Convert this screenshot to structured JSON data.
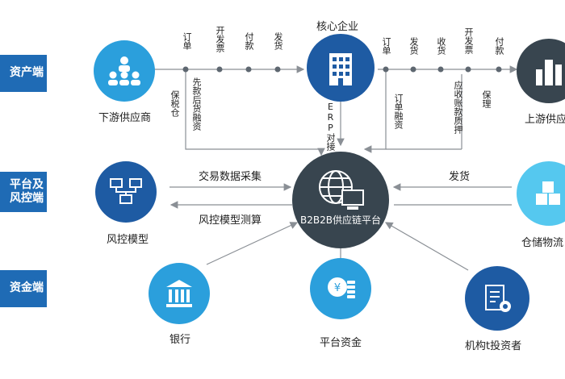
{
  "bands": {
    "asset": "资产端",
    "platform": "平台及\n风控端",
    "funding": "资金端"
  },
  "nodes": {
    "core": "核心企业",
    "downstream": "下游供应商",
    "upstream": "上游供应",
    "risk_model": "风控模型",
    "platform": "B2B2B供应链平台",
    "warehouse": "仓储物流",
    "bank": "银行",
    "platform_fund": "平台资金",
    "investor": "机构t投资者"
  },
  "flows": {
    "left_top": [
      "订单",
      "开发票",
      "付款",
      "发货"
    ],
    "right_top": [
      "订单",
      "发货",
      "收货",
      "开发票",
      "付款"
    ],
    "left_vertical": [
      "保税仓",
      "先款后货融资"
    ],
    "center_vertical": "ERP对接",
    "right_vertical": [
      "订单融资",
      "应收账款质押",
      "保理"
    ],
    "data_collect": "交易数据采集",
    "risk_measure": "风控模型测算",
    "ship": "发货"
  },
  "colors": {
    "band": "#1f6bb5",
    "blue_node": "#2b9fdc",
    "navy_node": "#1e5ba3",
    "dark_node": "#38454f",
    "cyan_node": "#55c8ef",
    "line": "#8a8f95"
  }
}
